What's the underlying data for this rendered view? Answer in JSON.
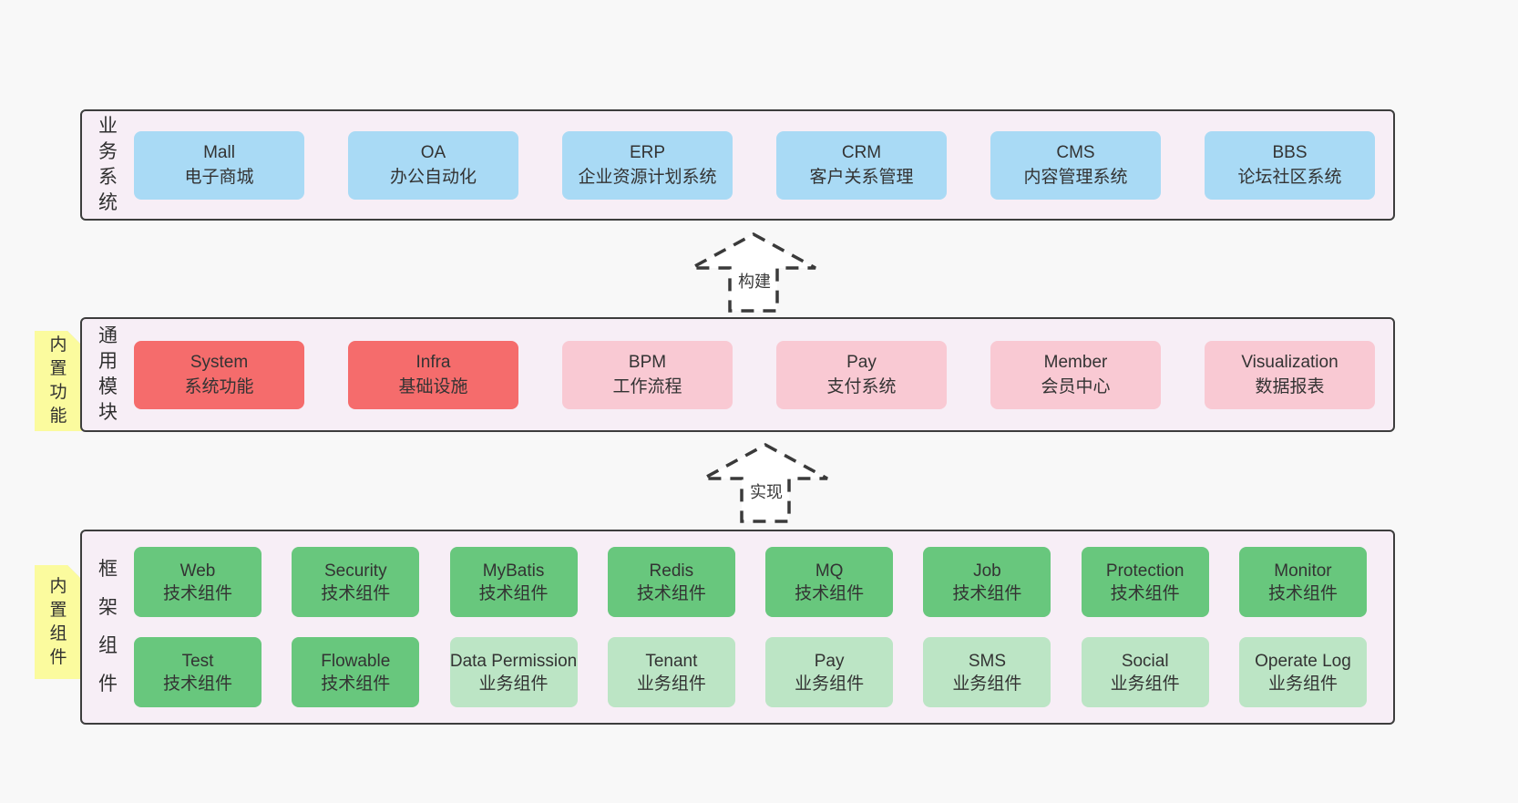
{
  "palette": {
    "page_bg": "#f8f8f8",
    "container_bg": "#f7eef6",
    "container_border": "#3d3d3d",
    "blue_box": "#a9daf5",
    "red_box": "#f56c6c",
    "pink_box": "#f9c9d3",
    "green_box": "#68c77d",
    "lightgreen_box": "#bce5c5",
    "tab_yellow": "#fbfb9e",
    "fold_gray": "#cdcdcd",
    "text": "#333333"
  },
  "arrows": [
    {
      "label": "构建"
    },
    {
      "label": "实现"
    }
  ],
  "layers": [
    {
      "label": "业务系统",
      "boxes": [
        {
          "title": "Mall",
          "subtitle": "电子商城",
          "type": "blue"
        },
        {
          "title": "OA",
          "subtitle": "办公自动化",
          "type": "blue"
        },
        {
          "title": "ERP",
          "subtitle": "企业资源计划系统",
          "type": "blue"
        },
        {
          "title": "CRM",
          "subtitle": "客户关系管理",
          "type": "blue"
        },
        {
          "title": "CMS",
          "subtitle": "内容管理系统",
          "type": "blue"
        },
        {
          "title": "BBS",
          "subtitle": "论坛社区系统",
          "type": "blue"
        }
      ]
    },
    {
      "label": "通用模块",
      "tab": "内置功能",
      "boxes": [
        {
          "title": "System",
          "subtitle": "系统功能",
          "type": "red"
        },
        {
          "title": "Infra",
          "subtitle": "基础设施",
          "type": "red"
        },
        {
          "title": "BPM",
          "subtitle": "工作流程",
          "type": "pink"
        },
        {
          "title": "Pay",
          "subtitle": "支付系统",
          "type": "pink"
        },
        {
          "title": "Member",
          "subtitle": "会员中心",
          "type": "pink"
        },
        {
          "title": "Visualization",
          "subtitle": "数据报表",
          "type": "pink"
        }
      ]
    },
    {
      "label": "框架组件",
      "tab": "内置组件",
      "rows": [
        [
          {
            "title": "Web",
            "subtitle": "技术组件",
            "type": "green"
          },
          {
            "title": "Security",
            "subtitle": "技术组件",
            "type": "green"
          },
          {
            "title": "MyBatis",
            "subtitle": "技术组件",
            "type": "green"
          },
          {
            "title": "Redis",
            "subtitle": "技术组件",
            "type": "green"
          },
          {
            "title": "MQ",
            "subtitle": "技术组件",
            "type": "green"
          },
          {
            "title": "Job",
            "subtitle": "技术组件",
            "type": "green"
          },
          {
            "title": "Protection",
            "subtitle": "技术组件",
            "type": "green"
          },
          {
            "title": "Monitor",
            "subtitle": "技术组件",
            "type": "green"
          }
        ],
        [
          {
            "title": "Test",
            "subtitle": "技术组件",
            "type": "green"
          },
          {
            "title": "Flowable",
            "subtitle": "技术组件",
            "type": "green"
          },
          {
            "title": "Data Permission",
            "subtitle": "业务组件",
            "type": "lightgreen"
          },
          {
            "title": "Tenant",
            "subtitle": "业务组件",
            "type": "lightgreen"
          },
          {
            "title": "Pay",
            "subtitle": "业务组件",
            "type": "lightgreen"
          },
          {
            "title": "SMS",
            "subtitle": "业务组件",
            "type": "lightgreen"
          },
          {
            "title": "Social",
            "subtitle": "业务组件",
            "type": "lightgreen"
          },
          {
            "title": "Operate Log",
            "subtitle": "业务组件",
            "type": "lightgreen"
          }
        ]
      ]
    }
  ]
}
